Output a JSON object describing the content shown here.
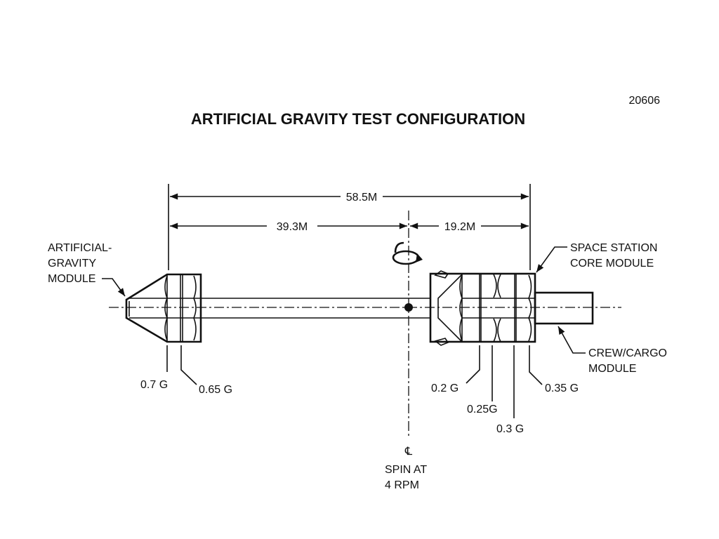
{
  "figure_number": "20606",
  "title": "ARTIFICIAL GRAVITY TEST CONFIGURATION",
  "dimensions": {
    "total": "58.5M",
    "left": "39.3M",
    "right": "19.2M"
  },
  "labels": {
    "ag_module": [
      "ARTIFICIAL-",
      "GRAVITY",
      "MODULE"
    ],
    "core_module": [
      "SPACE STATION",
      "CORE MODULE"
    ],
    "crew_module": [
      "CREW/CARGO",
      "MODULE"
    ],
    "spin": [
      "SPIN AT",
      "4 RPM"
    ],
    "centerline_symbol": "℄"
  },
  "gravity_levels": {
    "g070": "0.7 G",
    "g065": "0.65 G",
    "g020": "0.2 G",
    "g025": "0.25G",
    "g030": "0.3 G",
    "g035": "0.35 G"
  }
}
